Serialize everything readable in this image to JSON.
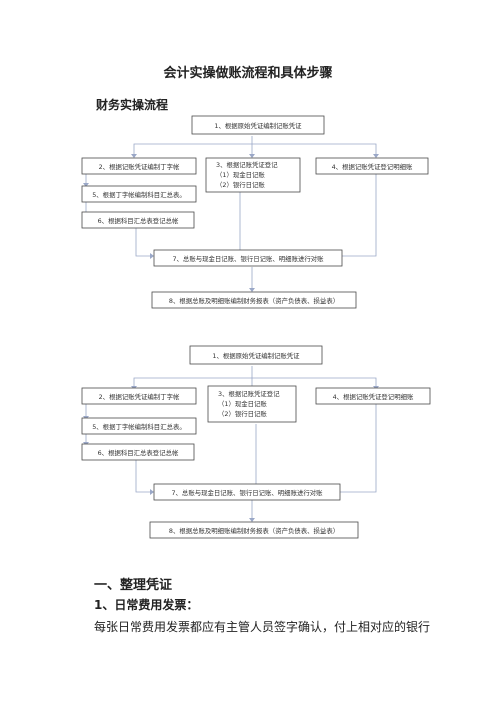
{
  "document": {
    "title": "会计实操做账流程和具体步骤",
    "subtitle": "财务实操流程",
    "section_heading": "一、整理凭证",
    "sub_heading": "1、日常费用发票：",
    "paragraph": "每张日常费用发票都应有主管人员签字确认，付上相对应的银行"
  },
  "flowchart": {
    "step1": "1、根据原始凭证编制记账凭证",
    "step2": "2、根据记账凭证编制丁字帐",
    "step3_title": "3、根据记账凭证登记",
    "step3_item1": "（1）现金日记账",
    "step3_item2": "（2）银行日记账",
    "step4": "4、根据记账凭证登记明细账",
    "step5": "5、根据丁字帐编制科目汇总表。",
    "step6": "6、根据科目汇总表登记总帐",
    "step7": "7、总账与现金日记账、银行日记账、明细账进行对账",
    "step8": "8、根据总账及明细账编制财务报表（资产负债表、损益表）"
  },
  "colors": {
    "connector": "#9aa7c7",
    "box_border": "#4a4a4a"
  }
}
